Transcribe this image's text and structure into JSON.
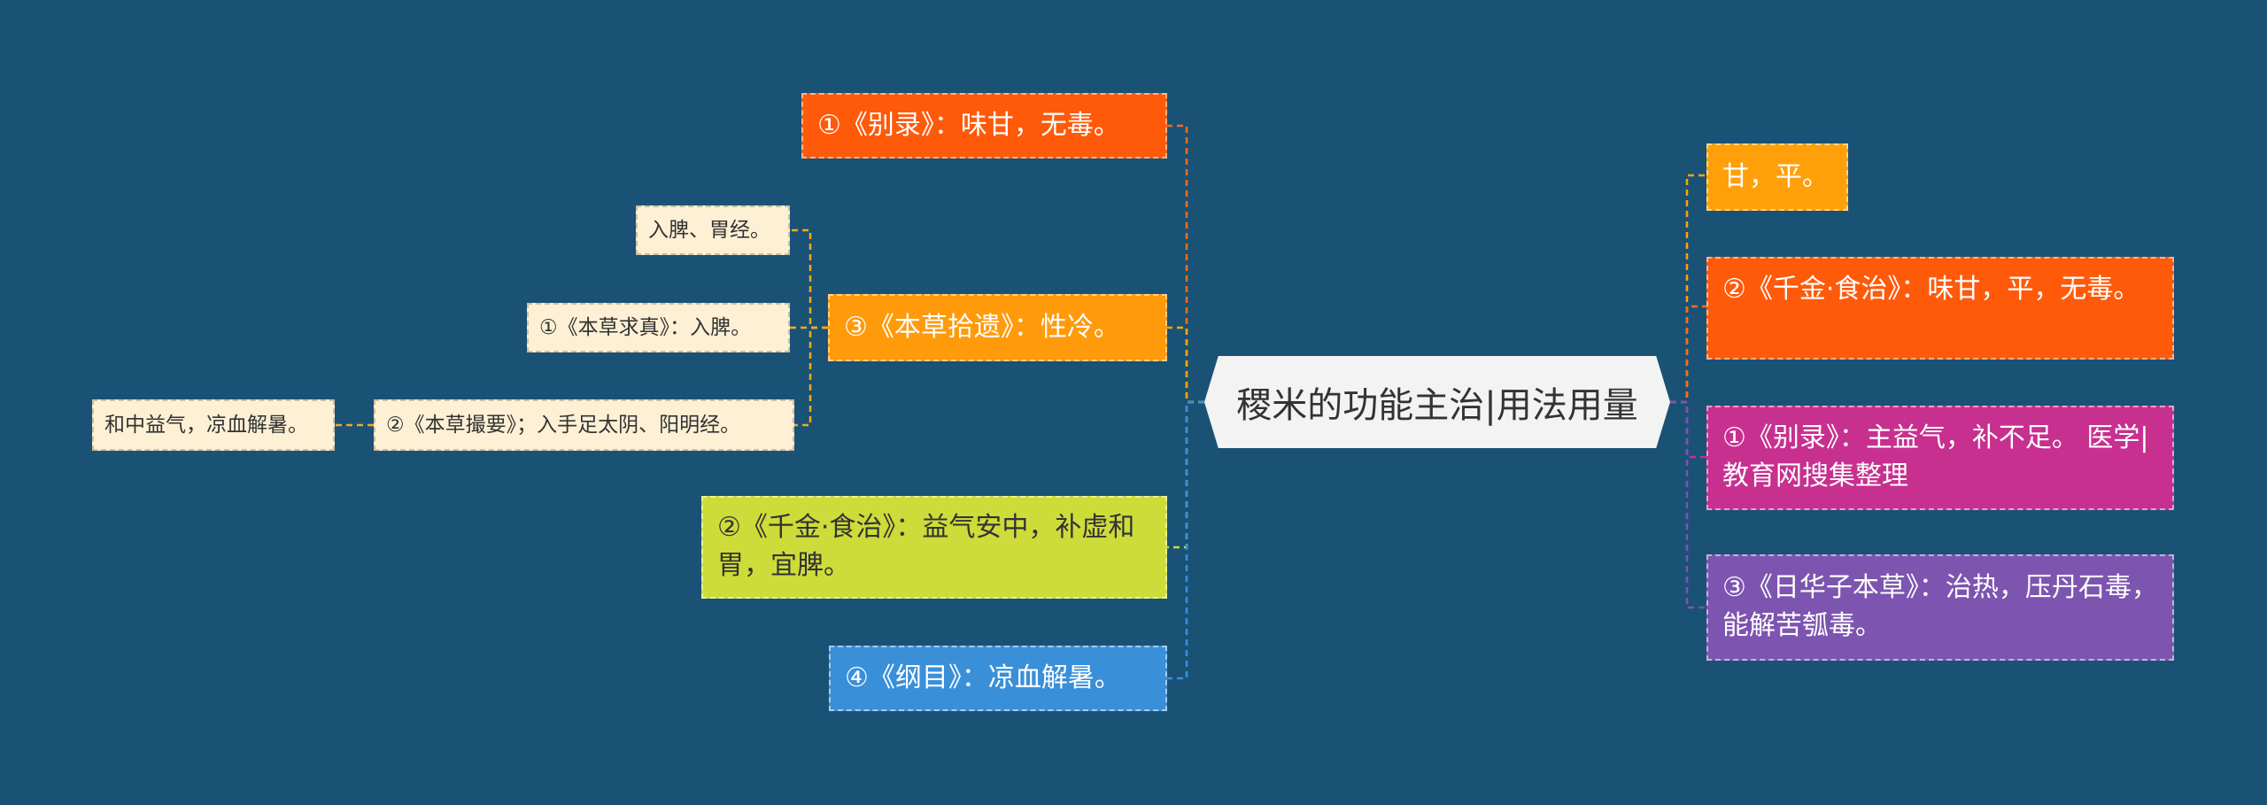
{
  "root": {
    "label": "稷米的功能主治|用法用量"
  },
  "left": {
    "bielu": {
      "label": "①《别录》：味甘，无毒。",
      "color": "#ff5a0a"
    },
    "shiyi": {
      "label": "③《本草拾遗》：性冷。",
      "color": "#ff9a0a"
    },
    "shiyi_children": {
      "rupi": {
        "label": "入脾、胃经。"
      },
      "qiuzhen": {
        "label": "①《本草求真》：入脾。"
      },
      "cuoyao": {
        "label": "②《本草撮要》；入手足太阴、阳明经。"
      },
      "cuoyao_child": {
        "label": "和中益气，凉血解暑。"
      }
    },
    "qianjin": {
      "label": "②《千金·食治》：益气安中，补虚和胃，宜脾。",
      "color": "#cddc39"
    },
    "gangmu": {
      "label": "④《纲目》：凉血解暑。",
      "color": "#3a8fd9"
    }
  },
  "right": {
    "ganping": {
      "label": "甘，平。",
      "color": "#ffa00a"
    },
    "qianjin": {
      "label": "②《千金·食治》：味甘，平，无毒。",
      "color": "#ff5a0a"
    },
    "bielu": {
      "label": "①《别录》：主益气，补不足。 医学|教育网搜集整理",
      "color": "#c7308f"
    },
    "rihuazi": {
      "label": "③《日华子本草》：治热，压丹石毒，能解苦瓠毒。",
      "color": "#7d55b0"
    }
  }
}
